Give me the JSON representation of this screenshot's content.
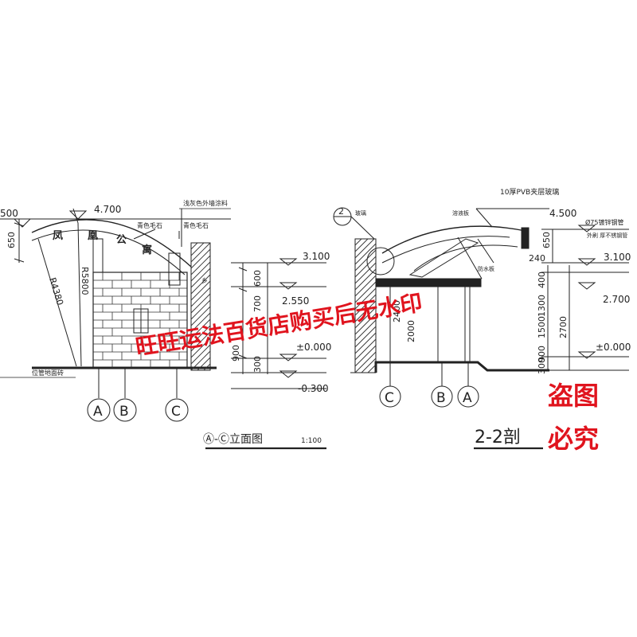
{
  "elevation": {
    "levels": [
      "500",
      "4.700",
      "3.100",
      "2.550",
      "±0.000",
      "-0.300"
    ],
    "dims": [
      "650",
      "600",
      "700",
      "900",
      "300",
      "R4380",
      "R5800"
    ],
    "sign_text": [
      "凤",
      "凰",
      "公",
      "寓"
    ],
    "notes": [
      "浅灰色外墙涂料",
      "青色毛石",
      "青色毛石",
      "位管地面砖",
      "乡"
    ],
    "axes": [
      "A",
      "B",
      "C"
    ],
    "title": "Ⓐ-Ⓒ立面图",
    "scale": "1:100"
  },
  "section": {
    "marker": "2",
    "levels": [
      "4.500",
      "3.100",
      "2.700",
      "±0.000"
    ],
    "dims": [
      "650",
      "240",
      "400",
      "1300",
      "1500",
      "2700",
      "900",
      "300",
      "2400",
      "2000"
    ],
    "notes": [
      "10厚PVB夹层玻璃",
      "Ø75镀锌钢管",
      "外刷 厚不锈钢管",
      "溶液板",
      "玻璃",
      "防水板"
    ],
    "axes": [
      "C",
      "B",
      "A"
    ],
    "title": "2-2剖"
  },
  "watermark": {
    "banner": "旺旺运法百货店购买后无水印",
    "stamp_line1": "盗图",
    "stamp_line2": "必究"
  }
}
